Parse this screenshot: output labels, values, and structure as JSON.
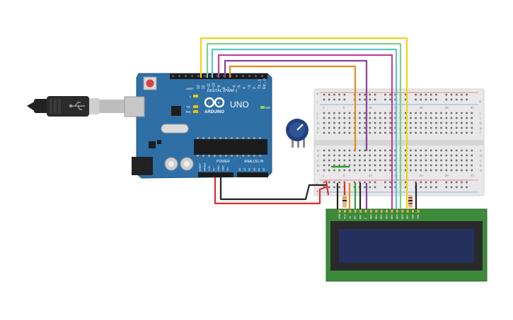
{
  "arduino": {
    "brand": "ARDUINO",
    "model": "UNO",
    "digital_label": "DIGITAL (PWM~)",
    "power_label": "POWER",
    "analog_label": "ANALOG IN",
    "on_label": "ON",
    "l_label": "L",
    "tx_label": "TX",
    "rx_label": "RX",
    "aref_label": "AREF",
    "gnd_label": "GND",
    "digital_pins": [
      "13",
      "12",
      "~11",
      "~10",
      "~9",
      "8",
      "7",
      "~6",
      "~5",
      "4",
      "~3",
      "2",
      "TX→1",
      "RX←0"
    ],
    "power_pins": [
      "IOREF",
      "RESET",
      "3.3V",
      "5V",
      "GND",
      "GND",
      "Vin"
    ],
    "analog_pins": [
      "A0",
      "A1",
      "A2",
      "A3",
      "A4",
      "A5"
    ]
  },
  "breadboard": {
    "rows_top": [
      "j",
      "i",
      "h",
      "g",
      "f"
    ],
    "rows_bottom": [
      "e",
      "d",
      "c",
      "b",
      "a"
    ],
    "columns": [
      "1",
      "5",
      "10",
      "15",
      "20",
      "25",
      "30"
    ],
    "plus": "+",
    "minus": "-"
  },
  "lcd": {
    "pins": [
      "GND",
      "VCC",
      "V0",
      "RS",
      "RW",
      "E",
      "DB0",
      "DB1",
      "DB2",
      "DB3",
      "DB4",
      "DB5",
      "DB6",
      "DB7",
      "LED",
      "LED"
    ]
  },
  "colors": {
    "board_blue": "#2e6fa6",
    "breadboard": "#e8e8e8",
    "lcd_green": "#3c8a3a",
    "lcd_screen": "#24305e",
    "wire_yellow": "#f2d21b",
    "wire_green": "#7fd08a",
    "wire_cyan": "#5bc4d0",
    "wire_magenta": "#c2409c",
    "wire_purple": "#8a3fa3",
    "wire_orange": "#e58a1f",
    "wire_red": "#e02a2a",
    "wire_black": "#222222"
  },
  "icons": {
    "usb_cable": "usb-cable-icon",
    "usb_symbol": "usb-symbol-icon",
    "potentiometer": "potentiometer-icon",
    "arduino_logo": "infinity-logo-icon"
  }
}
